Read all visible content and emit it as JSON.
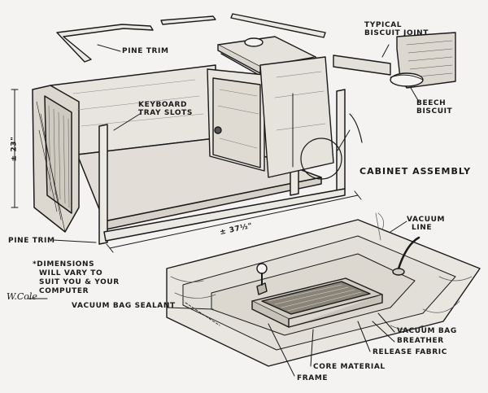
{
  "figure": {
    "title": "CABINET ASSEMBLY",
    "labels": {
      "pine_trim_top": "PINE TRIM",
      "typical_biscuit_joint": [
        "TYPICAL",
        "BISCUIT JOINT"
      ],
      "keyboard_tray_slots": [
        "KEYBOARD",
        "TRAY SLOTS"
      ],
      "beech_biscuit": [
        "BEECH",
        "BISCUIT"
      ],
      "height_dim": "± 23\"",
      "pine_trim_bottom": "PINE TRIM",
      "width_dim": "± 37½\"",
      "dimensions_note": [
        "*DIMENSIONS",
        "WILL VARY TO",
        "SUIT YOU & YOUR",
        "COMPUTER"
      ],
      "vacuum_line": [
        "VACUUM",
        "LINE"
      ],
      "vacuum_bag_sealant": "VACUUM BAG SEALANT",
      "vacuum_bag": "VACUUM BAG",
      "breather": "BREATHER",
      "release_fabric": "RELEASE FABRIC",
      "core_material": "CORE MATERIAL",
      "frame": "FRAME"
    },
    "signature": "W.Cole"
  }
}
